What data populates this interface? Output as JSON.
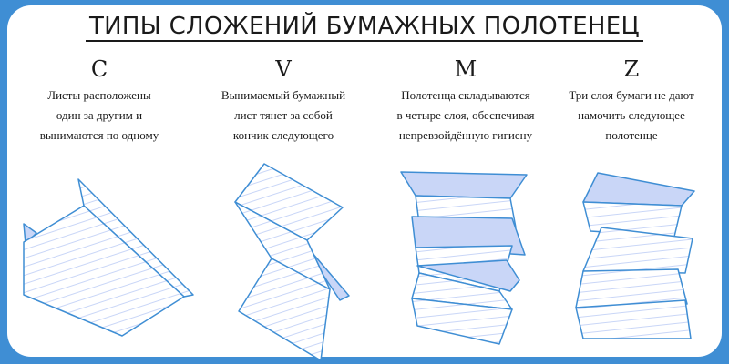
{
  "title": "ТИПЫ СЛОЖЕНИЙ БУМАЖНЫХ ПОЛОТЕНЕЦ",
  "folds": [
    {
      "letter": "C",
      "lines": [
        "Листы расположены",
        "один за другим и",
        "вынимаются по одному"
      ]
    },
    {
      "letter": "V",
      "lines": [
        "Вынимаемый бумажный",
        "лист тянет за собой",
        "кончик следующего"
      ]
    },
    {
      "letter": "M",
      "lines": [
        "Полотенца складываются",
        "в четыре слоя, обеспечивая",
        "непревзойдённую гигиену"
      ]
    },
    {
      "letter": "Z",
      "lines": [
        "Три слоя бумаги не дают",
        "намочить следующее",
        "полотенце"
      ]
    }
  ],
  "colors": {
    "frame": "#3f8ed4",
    "paper_fill": "#ffffff",
    "paper_shade": "#c9d6f7",
    "stroke": "#3f8ed4"
  }
}
